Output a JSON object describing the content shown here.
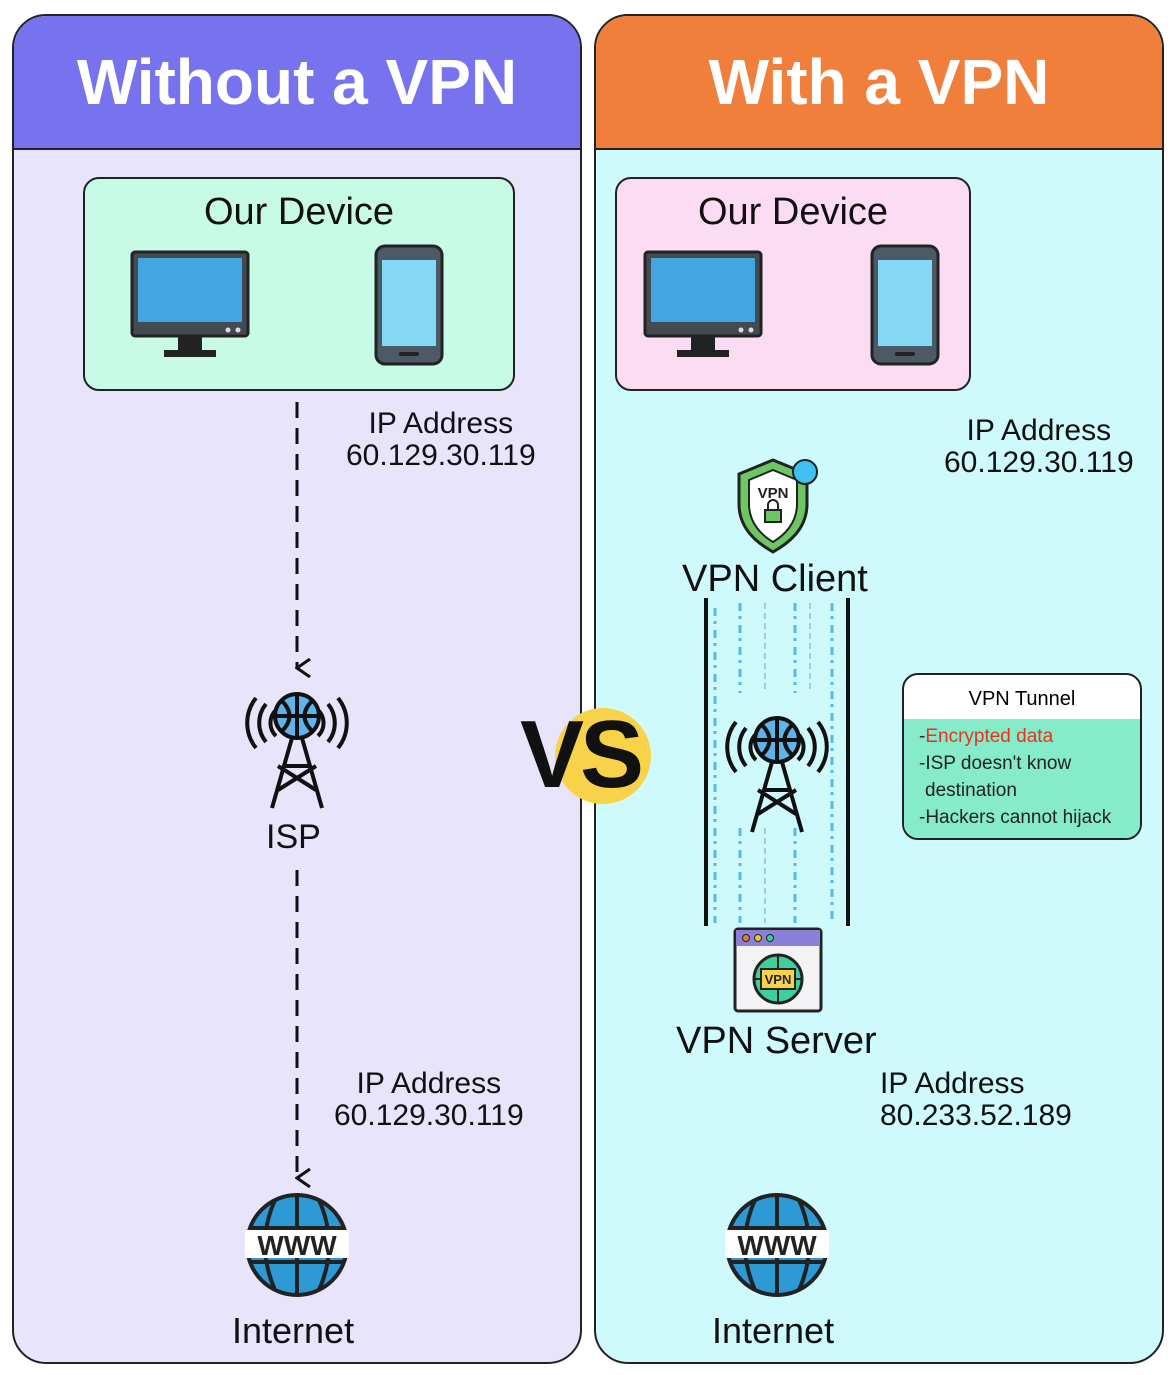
{
  "left": {
    "title": "Without a VPN",
    "device_title": "Our Device",
    "ip_label": "IP Address",
    "ip1": "60.129.30.119",
    "isp": "ISP",
    "ip2_label": "IP Address",
    "ip2": "60.129.30.119",
    "internet": "Internet",
    "www": "WWW",
    "header_color": "#7772ee",
    "body_color": "#e8e4fc",
    "device_box_color": "#c7fbe6"
  },
  "vs": "VS",
  "right": {
    "title": "With a VPN",
    "device_title": "Our Device",
    "ip_label": "IP Address",
    "ip1": "60.129.30.119",
    "vpn_client": "VPN Client",
    "shield_text": "VPN",
    "tunnel": {
      "title": "VPN Tunnel",
      "item1_prefix": "-",
      "item1": "Encrypted data",
      "item2": "-ISP doesn't know",
      "item2b": "destination",
      "item3": "-Hackers cannot hijack"
    },
    "server_badge": "VPN",
    "vpn_server": "VPN Server",
    "ip2_label": "IP Address",
    "ip2": "80.233.52.189",
    "internet": "Internet",
    "www": "WWW",
    "header_color": "#ef7f3a",
    "body_color": "#cffafc",
    "device_box_color": "#fcdcf3",
    "encrypted_color": "#e8321e"
  }
}
